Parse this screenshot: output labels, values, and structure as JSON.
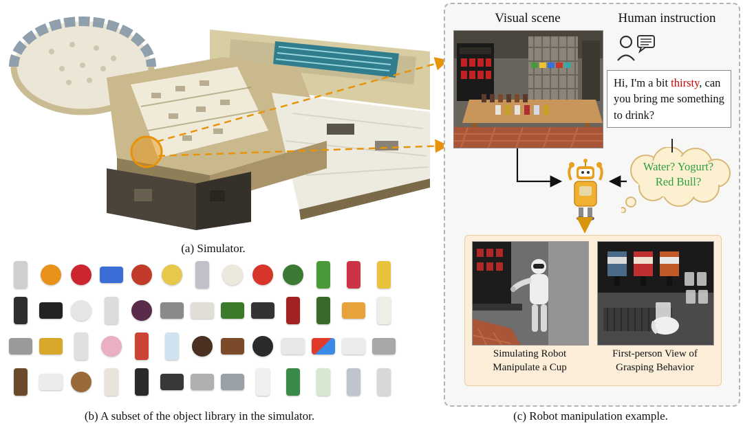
{
  "captions": {
    "a": "(a) Simulator.",
    "b": "(b) A subset of the object library in the simulator.",
    "c": "(c) Robot manipulation example."
  },
  "right_panel": {
    "visual_scene_label": "Visual scene",
    "human_instruction_label": "Human instruction",
    "instruction": {
      "before": "Hi, I'm a bit ",
      "highlight": "thirsty",
      "after": ", can you bring me something to drink?"
    },
    "thought": {
      "line1": "Water? Yogurt?",
      "line2": "Red Bull?"
    },
    "bottom": {
      "left_caption": "Simulating Robot Manipulate a Cup",
      "right_caption": "First-person View of Grasping Behavior"
    }
  },
  "colors": {
    "highlight_red": "#d40000",
    "thought_green": "#2e9e3e",
    "connector_orange": "#e8940a",
    "panel_cream": "#fdeeda",
    "robot_yellow": "#e8a020"
  },
  "object_library": {
    "items": [
      {
        "name": "kettle",
        "shape": "tall",
        "color": "#cfcfcf"
      },
      {
        "name": "orange",
        "shape": "circle",
        "color": "#e8921a"
      },
      {
        "name": "strawberry",
        "shape": "circle",
        "color": "#cc2530"
      },
      {
        "name": "blue-pack",
        "shape": "rect",
        "color": "#3a6fd8"
      },
      {
        "name": "apple",
        "shape": "circle",
        "color": "#c23b2a"
      },
      {
        "name": "fruit-bowl",
        "shape": "circle",
        "color": "#e8c84a"
      },
      {
        "name": "paper-roll",
        "shape": "tall",
        "color": "#c0c0c8"
      },
      {
        "name": "teddy-bear",
        "shape": "circle",
        "color": "#ece8de"
      },
      {
        "name": "tomato",
        "shape": "circle",
        "color": "#d8352a"
      },
      {
        "name": "watermelon",
        "shape": "circle",
        "color": "#3a7a35"
      },
      {
        "name": "juice-box-green",
        "shape": "tall",
        "color": "#4a9a3a"
      },
      {
        "name": "tube-red",
        "shape": "tall",
        "color": "#cc3344"
      },
      {
        "name": "juice-box-yellow",
        "shape": "tall",
        "color": "#e8c23a"
      },
      {
        "name": "soda-bottle",
        "shape": "tall",
        "color": "#2e2e2e"
      },
      {
        "name": "black-shoe",
        "shape": "rect",
        "color": "#222222"
      },
      {
        "name": "white-bowl",
        "shape": "circle",
        "color": "#e6e6e6"
      },
      {
        "name": "white-cup",
        "shape": "tall",
        "color": "#dcdcdc"
      },
      {
        "name": "mangosteen",
        "shape": "circle",
        "color": "#5a2a4a"
      },
      {
        "name": "calculator",
        "shape": "rect",
        "color": "#8a8a8a"
      },
      {
        "name": "plush-toy",
        "shape": "rect",
        "color": "#e0ded6"
      },
      {
        "name": "cucumber",
        "shape": "rect",
        "color": "#3a7a2a"
      },
      {
        "name": "black-wallet",
        "shape": "rect",
        "color": "#333333"
      },
      {
        "name": "red-book",
        "shape": "tall",
        "color": "#a22222"
      },
      {
        "name": "green-bottle",
        "shape": "tall",
        "color": "#3a6a2a"
      },
      {
        "name": "snack-pack",
        "shape": "rect",
        "color": "#e8a23a"
      },
      {
        "name": "milk-bottle",
        "shape": "tall",
        "color": "#eeeee6"
      },
      {
        "name": "mortar-pestle",
        "shape": "rect",
        "color": "#9a9a9a"
      },
      {
        "name": "coffee-mug",
        "shape": "rect",
        "color": "#d8a82a"
      },
      {
        "name": "white-carton",
        "shape": "tall",
        "color": "#e0e0e0"
      },
      {
        "name": "donut",
        "shape": "circle",
        "color": "#e8b0c0"
      },
      {
        "name": "chips-can",
        "shape": "tall",
        "color": "#cc4433"
      },
      {
        "name": "milk-carton",
        "shape": "tall",
        "color": "#cfe2f0"
      },
      {
        "name": "prayer-beads",
        "shape": "circle",
        "color": "#4a3020"
      },
      {
        "name": "brown-wallet",
        "shape": "rect",
        "color": "#7a4a2a"
      },
      {
        "name": "black-pot",
        "shape": "circle",
        "color": "#2a2a2a"
      },
      {
        "name": "white-sponge",
        "shape": "rect",
        "color": "#e8e8e8"
      },
      {
        "name": "rubiks-cube",
        "shape": "rect",
        "color": "#e03a2a",
        "color2": "#3a8ae8"
      },
      {
        "name": "white-pouch",
        "shape": "rect",
        "color": "#ececec"
      },
      {
        "name": "gray-box",
        "shape": "rect",
        "color": "#a8a8a8"
      },
      {
        "name": "coffee-tumbler",
        "shape": "tall",
        "color": "#6a4a2a"
      },
      {
        "name": "kitchen-scale",
        "shape": "rect",
        "color": "#ececec"
      },
      {
        "name": "walnut",
        "shape": "circle",
        "color": "#9a6a3a"
      },
      {
        "name": "white-jar",
        "shape": "tall",
        "color": "#e8e4da"
      },
      {
        "name": "trash-bin",
        "shape": "tall",
        "color": "#2a2a2a"
      },
      {
        "name": "black-camera",
        "shape": "rect",
        "color": "#383838"
      },
      {
        "name": "gray-tray",
        "shape": "rect",
        "color": "#b0b0b0"
      },
      {
        "name": "gray-basket",
        "shape": "rect",
        "color": "#9aa0a8"
      },
      {
        "name": "spray-bottle",
        "shape": "tall",
        "color": "#f0f0f0"
      },
      {
        "name": "green-drink",
        "shape": "tall",
        "color": "#3a8a4a"
      },
      {
        "name": "milk-bottle-green",
        "shape": "tall",
        "color": "#d8e8d0"
      },
      {
        "name": "gray-cup",
        "shape": "tall",
        "color": "#c0c4cc"
      },
      {
        "name": "paper-cup",
        "shape": "tall",
        "color": "#d8d8d8"
      }
    ]
  }
}
